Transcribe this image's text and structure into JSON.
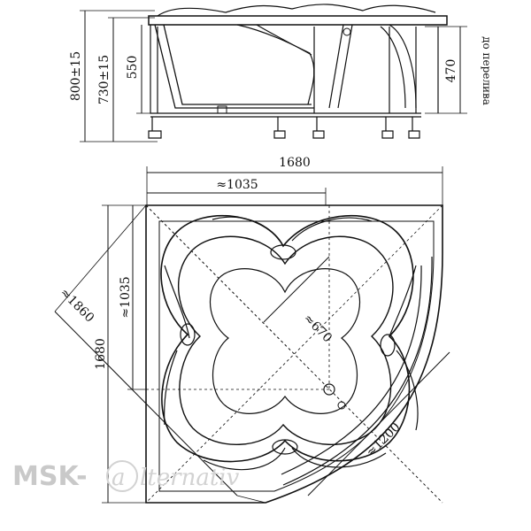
{
  "side_view": {
    "dims": {
      "height_total": "800±15",
      "height_rim": "730±15",
      "height_inner": "550",
      "overflow_height": "470",
      "overflow_label": "до перелива"
    }
  },
  "top_view": {
    "dims": {
      "width": "1680",
      "inner_width": "≈1035",
      "diagonal": "≈1860",
      "inner_height": "≈1035",
      "height": "1680",
      "inner_diagonal": "≈670",
      "front_width": "≈1200"
    }
  },
  "watermark": {
    "brand": "MSK-",
    "logo_letter": "a",
    "logo_word": "lternativ"
  }
}
